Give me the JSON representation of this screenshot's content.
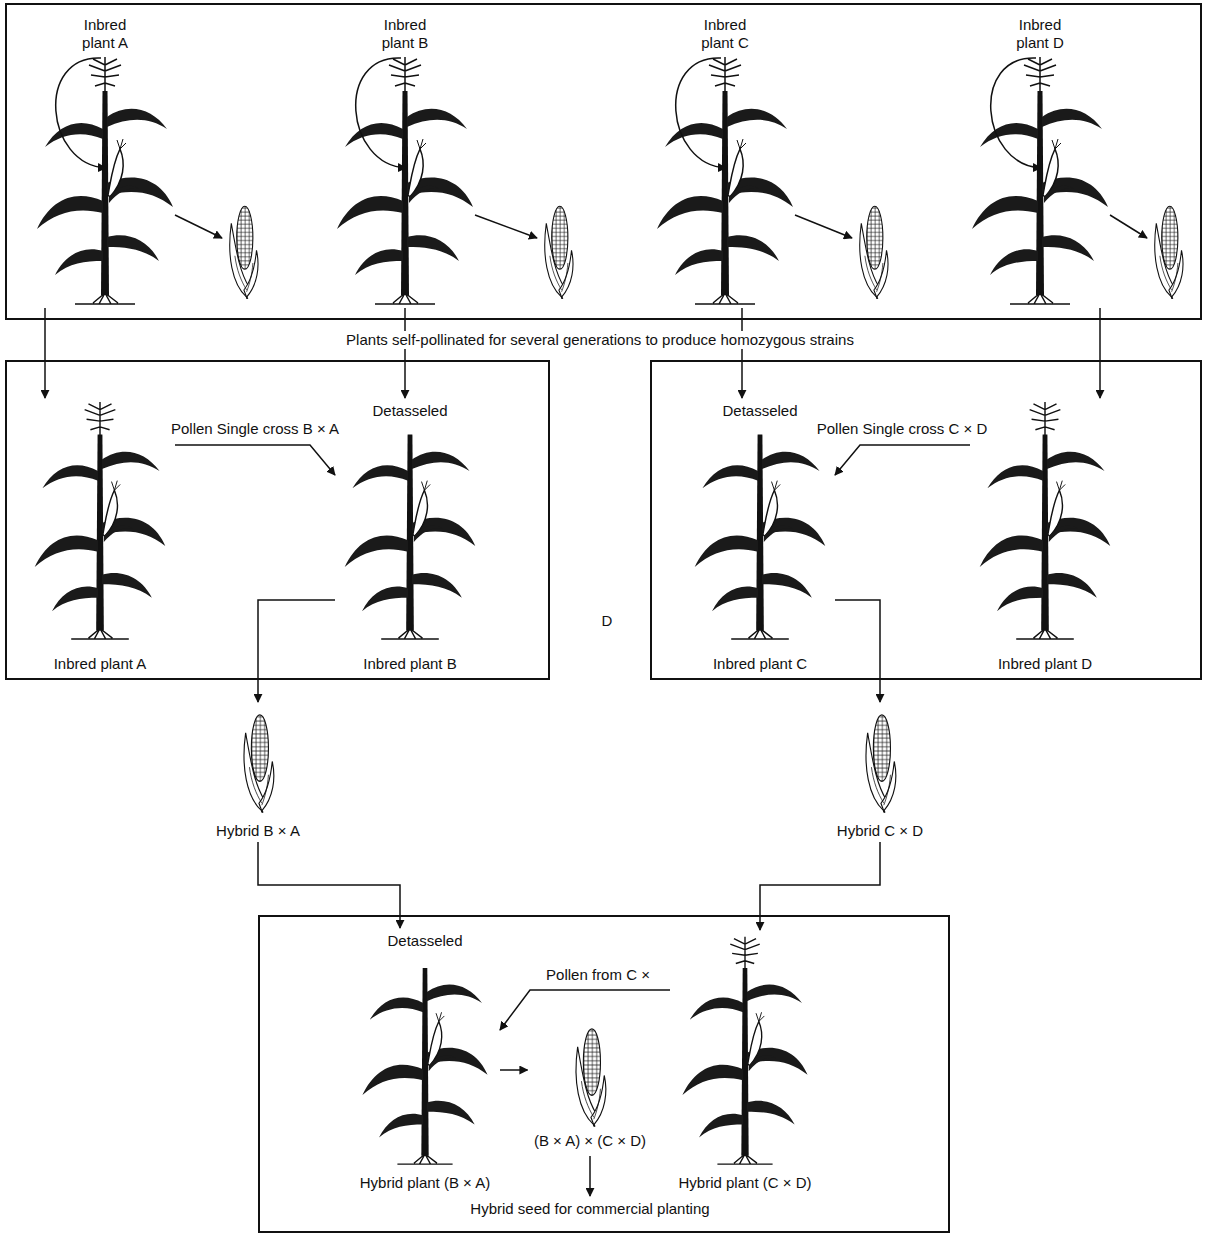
{
  "diagram": {
    "nodes": [
      {
        "text": []
      },
      {
        "text": [
          "Inbred plant A"
        ],
        "in": 0
      },
      {
        "text": [
          "Inbred plant B"
        ],
        "in": 0
      },
      {
        "text": [
          "Inbred plant C"
        ],
        "in": 0
      },
      {
        "text": [
          "Inbred plant D"
        ],
        "in": 0
      },
      {
        "text": []
      },
      {
        "text": [
          "Inbred plant A"
        ],
        "in": 5
      },
      {
        "text": [
          "Detasseled",
          "Inbred plant B"
        ],
        "in": 5
      },
      {
        "text": []
      },
      {
        "text": [
          "Detasseled",
          "Inbred plant C"
        ],
        "in": 8
      },
      {
        "text": [
          "Inbred plant D"
        ],
        "in": 8
      },
      {
        "text": [
          "Hybrid B × A"
        ]
      },
      {
        "text": [
          "Hybrid C × D"
        ]
      },
      {
        "text": []
      },
      {
        "text": [
          "Detasseled",
          "Hybrid plant (B × A)"
        ],
        "in": 13
      },
      {
        "text": [
          "(B × A) × (C × D)"
        ],
        "in": 13
      },
      {
        "text": [
          "Hybrid plant (C × D)"
        ],
        "in": 13
      }
    ],
    "edges": [
      {
        "from": 1,
        "to": 6,
        "arrow": "to"
      },
      {
        "from": 2,
        "to": 7,
        "arrow": "to"
      },
      {
        "from": 3,
        "to": 9,
        "arrow": "to"
      },
      {
        "from": 4,
        "to": 10,
        "arrow": "to"
      },
      {
        "from": 6,
        "to": 7,
        "label": "Pollen Single cross B × A",
        "arrow": "to"
      },
      {
        "from": 10,
        "to": 9,
        "label": "Pollen Single cross C × D",
        "arrow": "to"
      },
      {
        "from": 7,
        "to": 11,
        "arrow": "to"
      },
      {
        "from": 9,
        "to": 12,
        "arrow": "to"
      },
      {
        "from": 11,
        "to": 14,
        "arrow": "to"
      },
      {
        "from": 12,
        "to": 16,
        "arrow": "to"
      },
      {
        "from": 16,
        "to": 14,
        "label": "Pollen from C ×",
        "arrow": "to"
      },
      {
        "from": 14,
        "to": 15,
        "arrow": "to"
      }
    ],
    "labels": [
      "Plants self-pollinated for several generations to produce homozygous strains",
      "D",
      "Hybrid seed for commercial planting"
    ]
  }
}
